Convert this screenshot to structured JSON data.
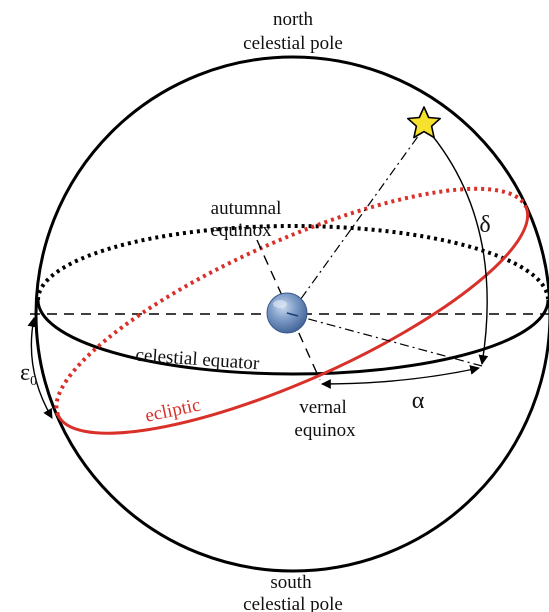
{
  "labels": {
    "north_1": "north",
    "north_2": "celestial pole",
    "south_1": "south",
    "south_2": "celestial pole",
    "autumnal_1": "autumnal",
    "autumnal_2": "equinox",
    "vernal_1": "vernal",
    "vernal_2": "equinox",
    "celestial_equator": "celestial equator",
    "ecliptic": "ecliptic",
    "delta": "δ",
    "alpha": "α",
    "epsilon": "ε",
    "epsilon_sub": "0"
  },
  "colors": {
    "ecliptic": "#d9302a",
    "outline": "#000000",
    "star_fill": "#f7e12f",
    "earth": "#5f82b4"
  },
  "icons": {
    "star": "star-icon",
    "earth": "earth-sphere-icon"
  }
}
